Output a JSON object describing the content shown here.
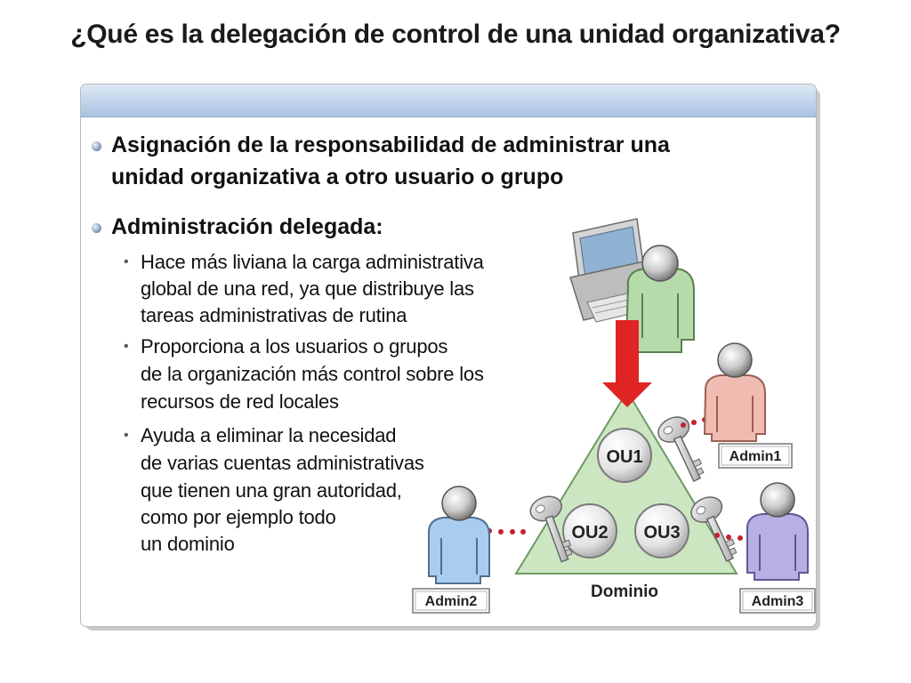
{
  "slide": {
    "title": "¿Qué es la delegación de control de una unidad organizativa?",
    "bullets": [
      {
        "lines": [
          "Asignación de la responsabilidad de administrar una",
          "unidad organizativa a otro usuario o grupo"
        ]
      },
      {
        "lines": [
          "Administración delegada:"
        ]
      }
    ],
    "sub_bullets": [
      {
        "lines": [
          "Hace más liviana la carga administrativa",
          "global de una red, ya que distribuye las",
          "tareas administrativas de rutina"
        ]
      },
      {
        "lines": [
          "Proporciona a los usuarios o grupos",
          "de la organización más control sobre los",
          "recursos de red locales"
        ]
      },
      {
        "lines": [
          "Ayuda a eliminar la necesidad",
          "de varias cuentas administrativas",
          "que tienen una gran autoridad,",
          "como por ejemplo todo",
          "un dominio"
        ]
      }
    ]
  },
  "diagram": {
    "domain_label": "Dominio",
    "ous": [
      "OU1",
      "OU2",
      "OU3"
    ],
    "admins": [
      "Admin1",
      "Admin2",
      "Admin3"
    ]
  },
  "colors": {
    "triangle_fill": "#cde6c2",
    "arrow": "#e02424",
    "admin1_fill": "#f0bcb2",
    "admin2_fill": "#a9cdee",
    "admin3_fill": "#b7b0e4",
    "user_fill": "#b6dbab",
    "dots": "#c81e2e"
  }
}
